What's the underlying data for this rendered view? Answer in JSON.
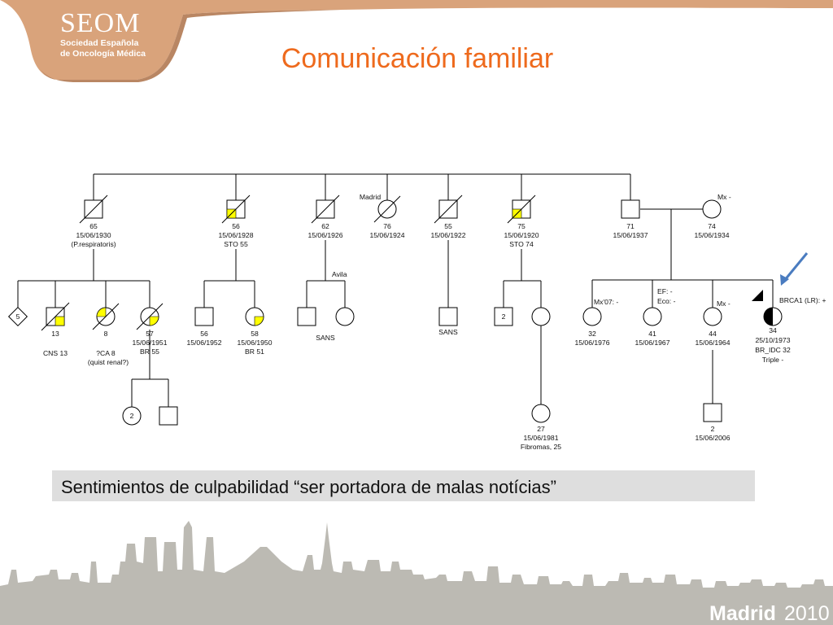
{
  "slide": {
    "title": "Comunicación familiar",
    "note": "Sentimientos de culpabilidad  “ser portadora de malas notícias”"
  },
  "logo": {
    "name": "SEOM",
    "line1": "Sociedad Española",
    "line2": "de Oncología Médica"
  },
  "footer": {
    "city": "Madrid",
    "year": "2010"
  },
  "colors": {
    "title": "#ee6a1d",
    "affected": "#ffff00",
    "logo_band": "#d9a37b",
    "skyline": "#bcbab3",
    "note_box": "#dedede",
    "arrow": "#4a7cc0"
  },
  "pedigree": {
    "gen1": {
      "p65": {
        "age": "65",
        "date": "15/06/1930",
        "note": "(P.respiratoris)"
      },
      "p56": {
        "age": "56",
        "date": "15/06/1928",
        "note": "STO 55"
      },
      "p62": {
        "age": "62",
        "date": "15/06/1926"
      },
      "p76": {
        "age": "76",
        "date": "15/06/1924",
        "place": "Madrid"
      },
      "p55": {
        "age": "55",
        "date": "15/06/1922"
      },
      "p75": {
        "age": "75",
        "date": "15/06/1920",
        "note": "STO 74"
      },
      "p71": {
        "age": "71",
        "date": "15/06/1937"
      },
      "p74": {
        "age": "74",
        "date": "15/06/1934",
        "note": "Mx -"
      }
    },
    "gen2": {
      "c5": {
        "count": "5"
      },
      "c13": {
        "age": "13",
        "note": "CNS 13"
      },
      "c8": {
        "age": "8",
        "note": "?CA 8",
        "note2": "(quist renal?)"
      },
      "c57": {
        "age": "57",
        "date": "15/06/1951",
        "note": "BR 55"
      },
      "c56b": {
        "age": "56",
        "date": "15/06/1952"
      },
      "c58": {
        "age": "58",
        "date": "15/06/1950",
        "note": "BR 51"
      },
      "avila": "Avila",
      "sans1": "SANS",
      "sans2": "SANS",
      "c2a": {
        "count": "2"
      },
      "c32": {
        "age": "32",
        "date": "15/06/1976",
        "note": "Mx'07: -"
      },
      "c41": {
        "age": "41",
        "date": "15/06/1967",
        "note": "EF: -",
        "note2": "Eco: -"
      },
      "c44": {
        "age": "44",
        "date": "15/06/1964",
        "note": "Mx -"
      },
      "c34": {
        "age": "34",
        "date": "25/10/1973",
        "note": "BR_IDC 32",
        "note2": "Triple -",
        "label": "BRCA1 (LR): +"
      }
    },
    "gen3": {
      "g2a": {
        "count": "2"
      },
      "g27": {
        "age": "27",
        "date": "15/06/1981",
        "note": "Fibromas, 25"
      },
      "g2b": {
        "age": "2",
        "date": "15/06/2006"
      }
    }
  }
}
